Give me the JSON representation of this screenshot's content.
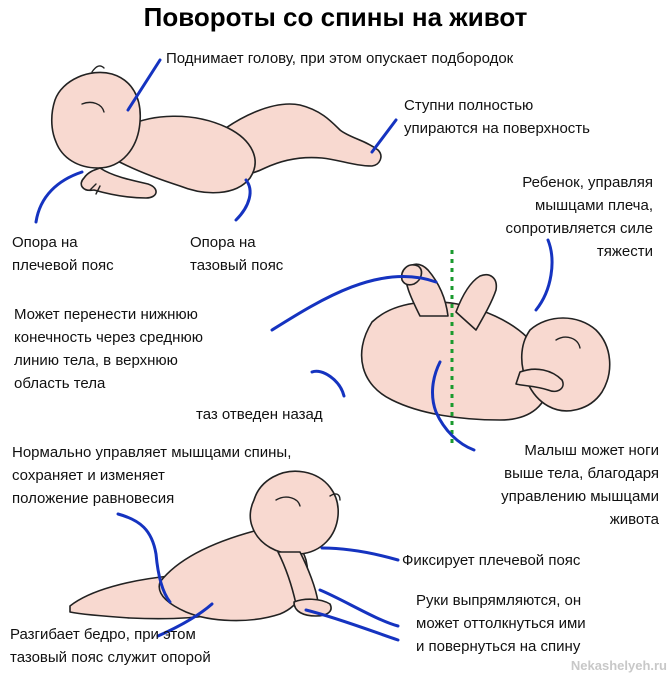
{
  "title": "Повороты со спины на живот",
  "labels": {
    "lifts_head": "Поднимает голову, при этом опускает подбородок",
    "feet_l1": "Ступни полностью",
    "feet_l2": "упираются на поверхность",
    "shoulder_sup_l1": "Опора на",
    "shoulder_sup_l2": "плечевой пояс",
    "pelvic_sup_l1": "Опора на",
    "pelvic_sup_l2": "тазовый пояс",
    "gravity_l1": "Ребенок, управляя",
    "gravity_l2": "мышцами плеча,",
    "gravity_l3": "сопротивляется силе",
    "gravity_l4": "тяжести",
    "limb_l1": "Может перенести нижнюю",
    "limb_l2": "конечность через среднюю",
    "limb_l3": "линию тела, в верхнюю",
    "limb_l4": "область тела",
    "pelvis_back": "таз отведен назад",
    "balance_l1": "Нормально управляет мышцами спины,",
    "balance_l2": "сохраняет и изменяет",
    "balance_l3": "положение равновесия",
    "legs_up_l1": "Малыш может ноги",
    "legs_up_l2": "выше тела, благодаря",
    "legs_up_l3": "управлению мышцами",
    "legs_up_l4": "живота",
    "fix_shoulder": "Фиксирует плечевой пояс",
    "arms_l1": "Руки выпрямляются, он",
    "arms_l2": "может оттолкнуться ими",
    "arms_l3": "и повернуться на спину",
    "hip_l1": "Разгибает бедро, при этом",
    "hip_l2": "тазовый пояс служит опорой"
  },
  "watermark": "Nekashelyeh.ru",
  "colors": {
    "leader_lines": "#1533c0",
    "midline": "#1a9a2e",
    "skin": "#f8d9d0"
  }
}
